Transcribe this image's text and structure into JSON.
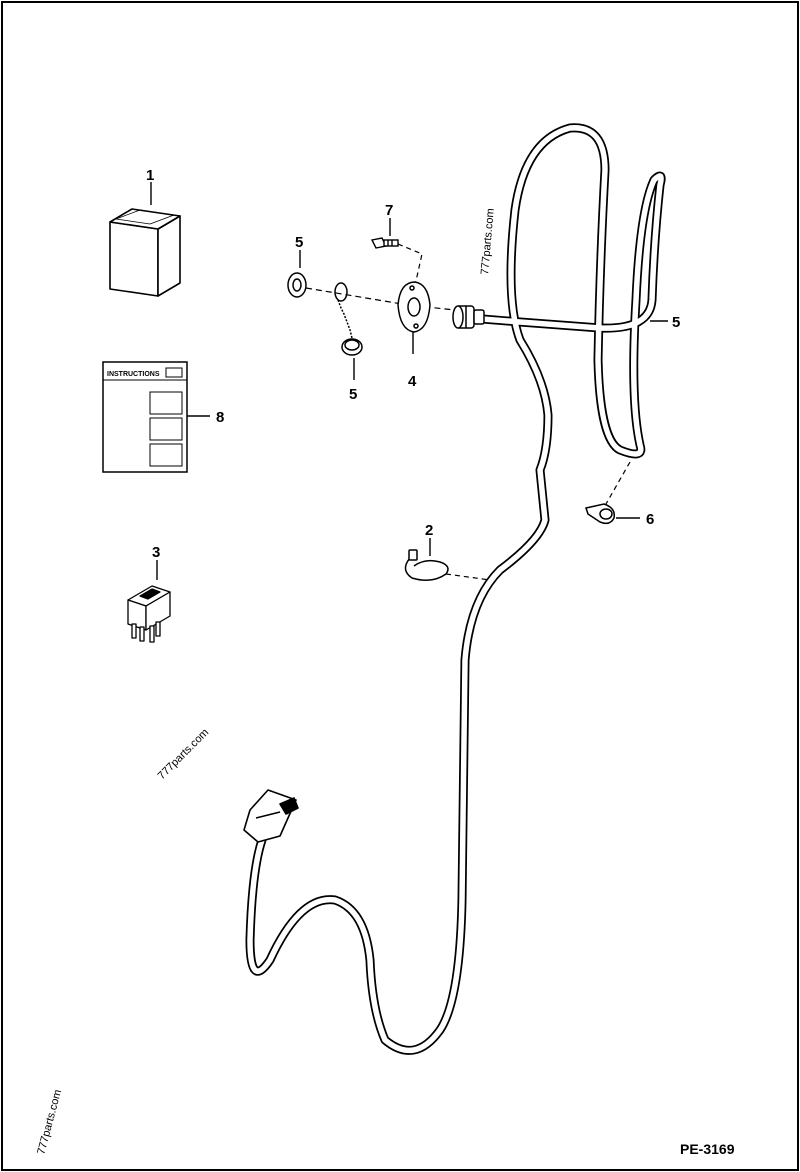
{
  "diagram": {
    "document_id": "PE-3169",
    "watermarks": [
      "777parts.com",
      "777parts.com",
      "777parts.com"
    ],
    "instruction_sheet_title": "INSTRUCTIONS",
    "callouts": [
      {
        "id": "c1",
        "label": "1",
        "part": "kit-box"
      },
      {
        "id": "c8",
        "label": "8",
        "part": "instruction-sheet"
      },
      {
        "id": "c3",
        "label": "3",
        "part": "rocker-switch"
      },
      {
        "id": "c5a",
        "label": "5",
        "part": "nut"
      },
      {
        "id": "c5b",
        "label": "5",
        "part": "dust-cap"
      },
      {
        "id": "c7",
        "label": "7",
        "part": "bolt"
      },
      {
        "id": "c4",
        "label": "4",
        "part": "mounting-flange"
      },
      {
        "id": "c5c",
        "label": "5",
        "part": "wiring-harness"
      },
      {
        "id": "c6",
        "label": "6",
        "part": "cable-clamp"
      },
      {
        "id": "c2",
        "label": "2",
        "part": "cable-tie"
      }
    ]
  }
}
